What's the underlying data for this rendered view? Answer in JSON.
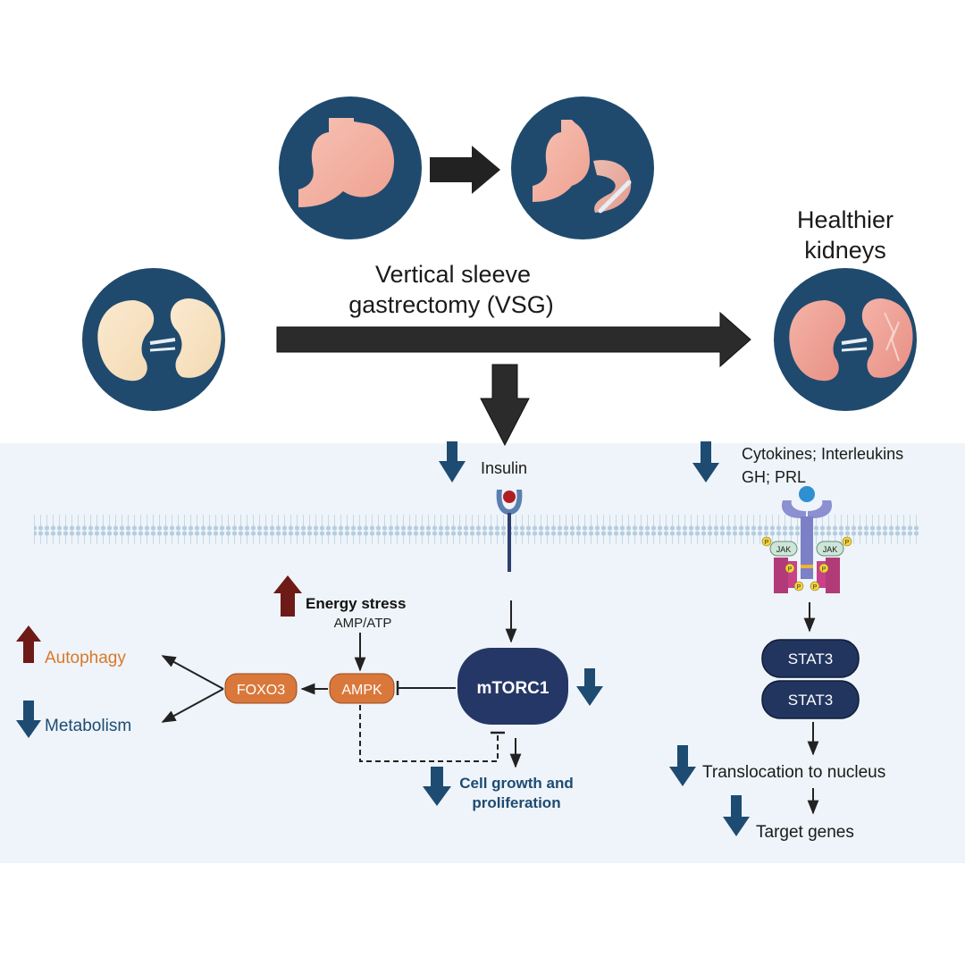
{
  "top": {
    "procedure_label_line1": "Vertical sleeve",
    "procedure_label_line2": "gastrectomy (VSG)",
    "outcome_label_line1": "Healthier",
    "outcome_label_line2": "kidneys"
  },
  "pathway": {
    "insulin": "Insulin",
    "cytokines_line1": "Cytokines; Interleukins",
    "cytokines_line2": "GH; PRL",
    "energy_stress": "Energy stress",
    "amp_atp": "AMP/ATP",
    "autophagy": "Autophagy",
    "metabolism": "Metabolism",
    "foxo3": "FOXO3",
    "ampk": "AMPK",
    "mtorc1": "mTORC1",
    "cell_growth_line1": "Cell growth and",
    "cell_growth_line2": "proliferation",
    "jak": "JAK",
    "phospho": "P",
    "stat3_top": "STAT3",
    "stat3_bottom": "STAT3",
    "translocation": "Translocation to nucleus",
    "target_genes": "Target genes"
  },
  "colors": {
    "circle_navy": "#1f4a6e",
    "panel_bg": "#eef4f9",
    "down_arrow_blue": "#1e4b72",
    "up_arrow_maroon": "#6e1a16",
    "orange_node": "#d9783a",
    "mtorc1_navy": "#253766",
    "stat3_navy": "#22355f",
    "dark_arrow": "#2b2b2b",
    "autophagy_text": "#d9782a",
    "blue_text": "#1e4b72"
  },
  "icons": [
    "stomach-icon",
    "sleeve-stomach-icon",
    "kidney-pale-icon",
    "kidney-healthy-icon",
    "insulin-receptor-icon",
    "cytokine-receptor-icon",
    "membrane-icon"
  ]
}
